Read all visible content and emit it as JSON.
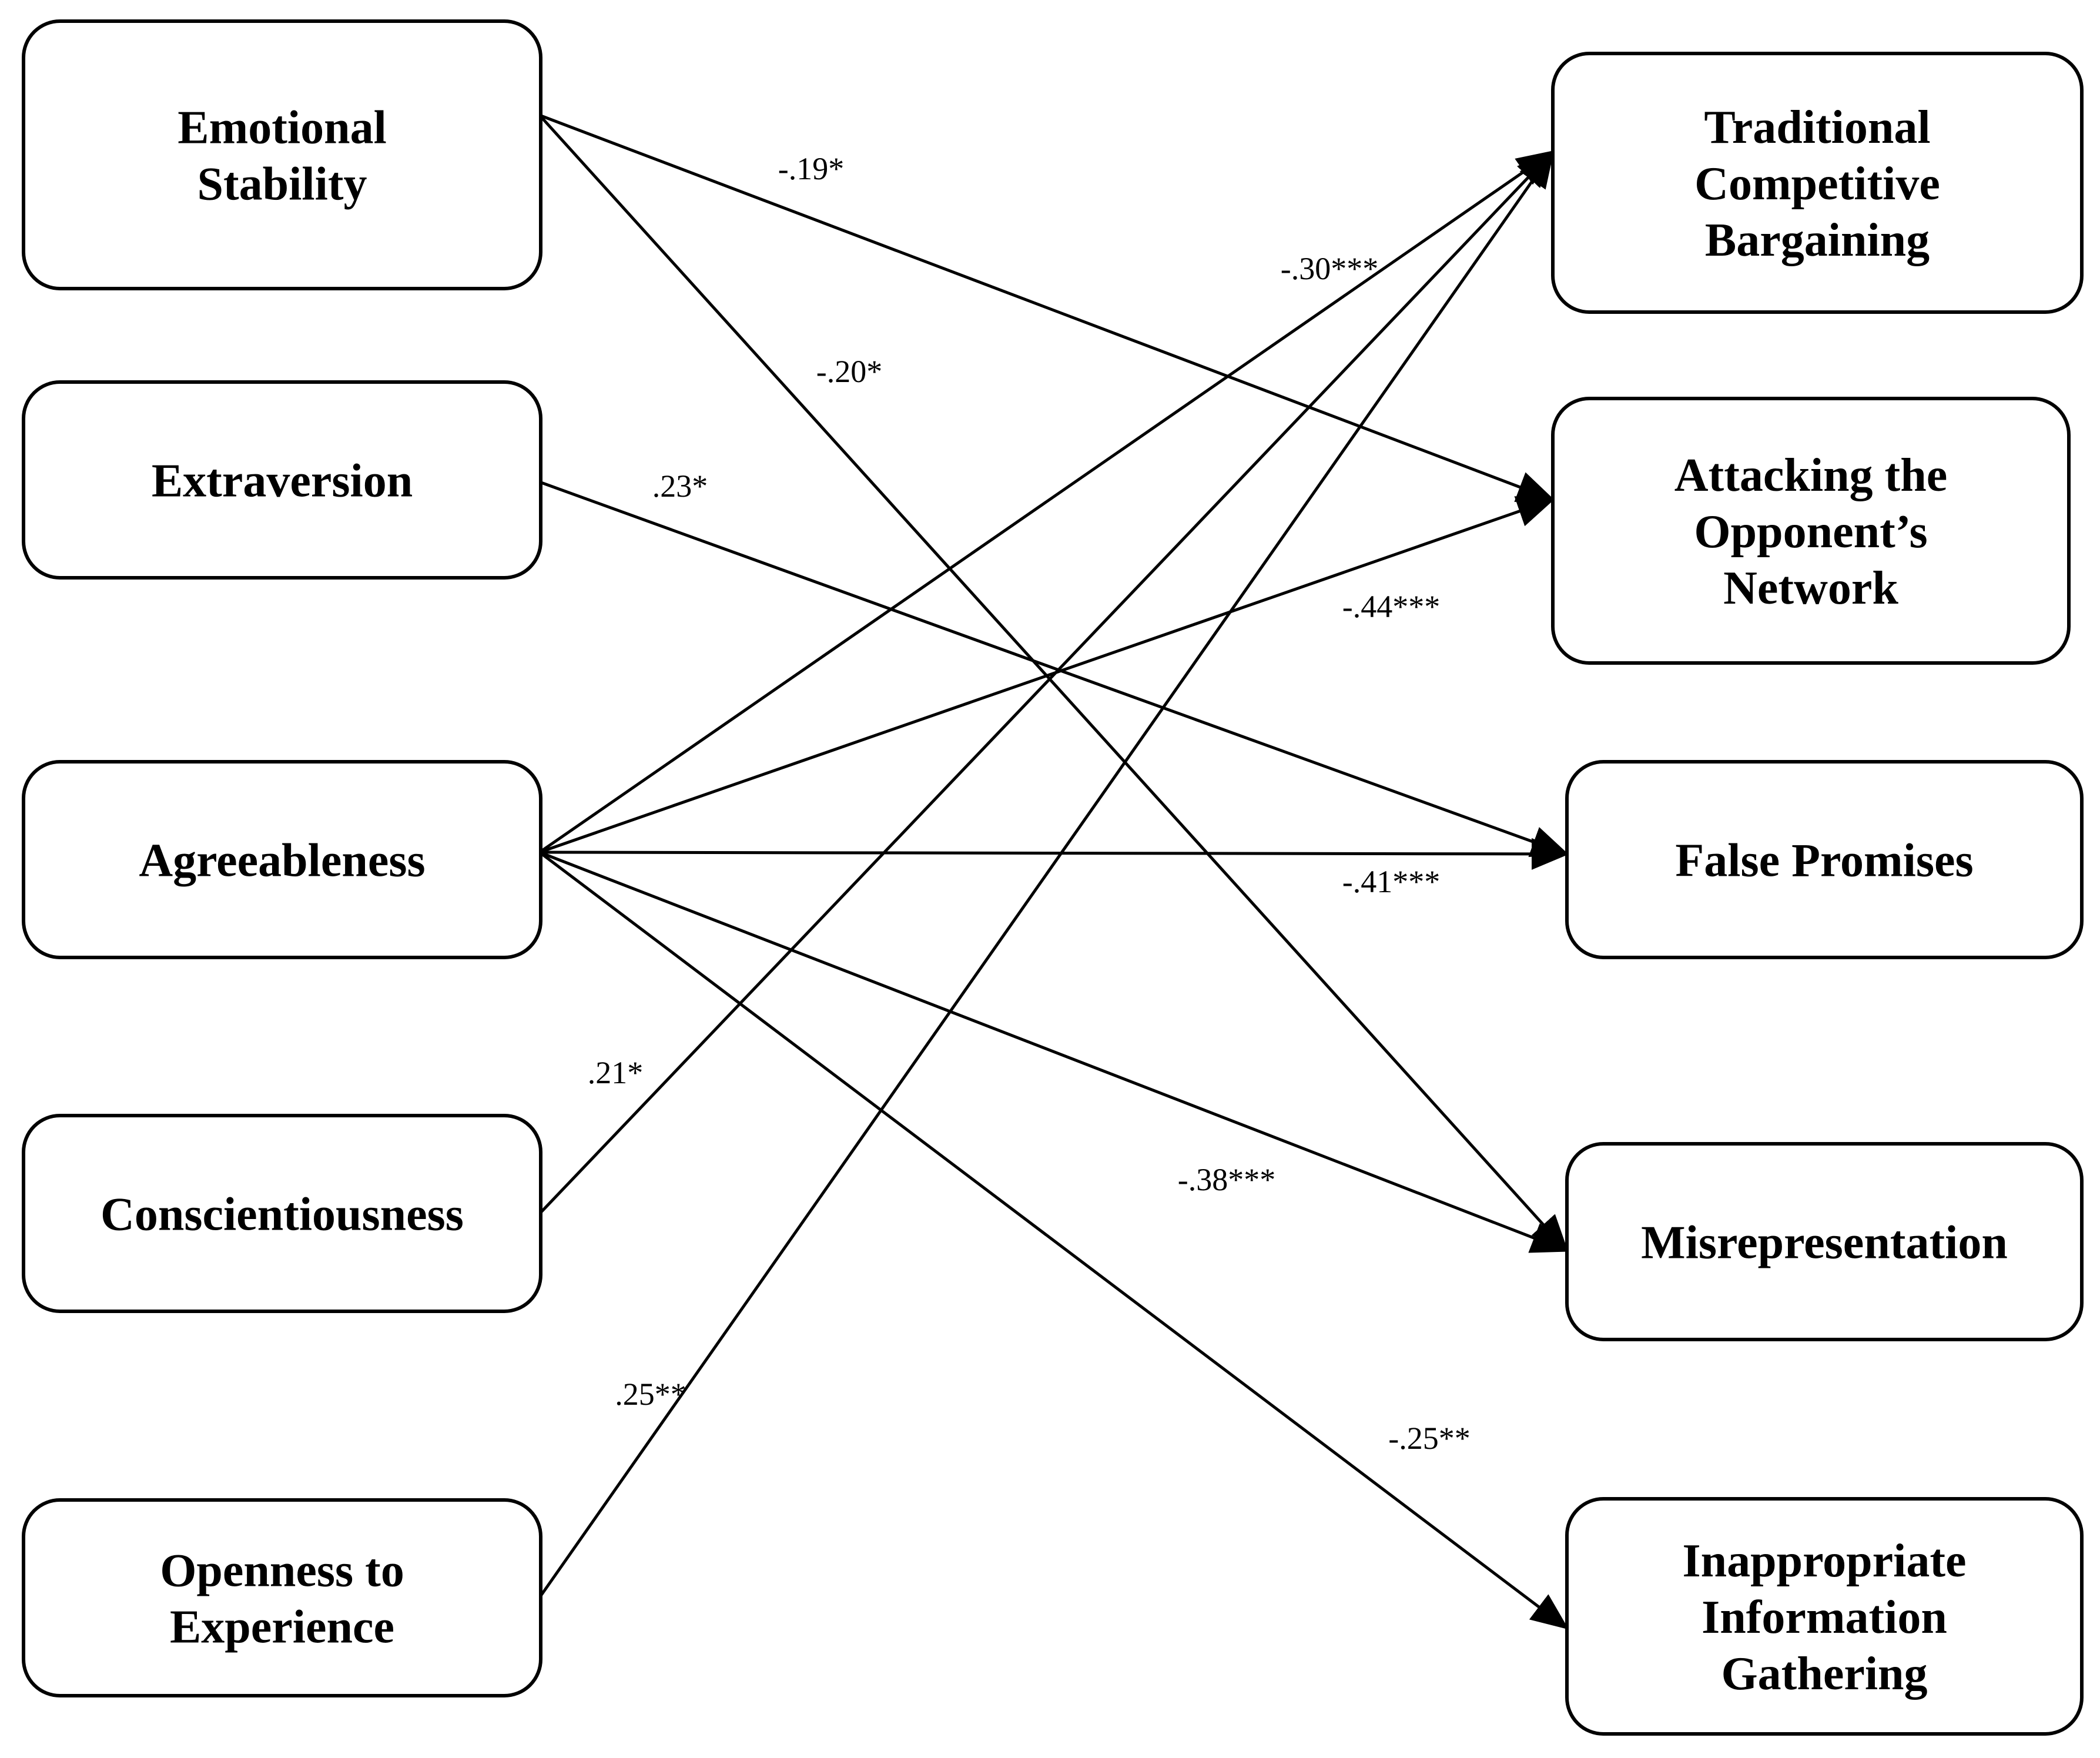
{
  "predictors": [
    {
      "id": "emotional-stability",
      "lines": [
        "Emotional",
        "Stability"
      ]
    },
    {
      "id": "extraversion",
      "lines": [
        "Extraversion"
      ]
    },
    {
      "id": "agreeableness",
      "lines": [
        "Agreeableness"
      ]
    },
    {
      "id": "conscientiousness",
      "lines": [
        "Conscientiousness"
      ]
    },
    {
      "id": "openness-to-experience",
      "lines": [
        "Openness to",
        "Experience"
      ]
    }
  ],
  "outcomes": [
    {
      "id": "traditional-competitive-bargaining",
      "lines": [
        "Traditional",
        "Competitive",
        "Bargaining"
      ]
    },
    {
      "id": "attacking-the-opponents-network",
      "lines": [
        "Attacking the",
        "Opponent’s",
        "Network"
      ]
    },
    {
      "id": "false-promises",
      "lines": [
        "False Promises"
      ]
    },
    {
      "id": "misrepresentation",
      "lines": [
        "Misrepresentation"
      ]
    },
    {
      "id": "inappropriate-information-gathering",
      "lines": [
        "Inappropriate",
        "Information",
        "Gathering"
      ]
    }
  ],
  "paths": [
    {
      "from": "emotional-stability",
      "to": "attacking-the-opponents-network",
      "coefficient": "-.19*"
    },
    {
      "from": "emotional-stability",
      "to": "misrepresentation",
      "coefficient": "-.20*"
    },
    {
      "from": "extraversion",
      "to": "false-promises",
      "coefficient": ".23*"
    },
    {
      "from": "agreeableness",
      "to": "traditional-competitive-bargaining",
      "coefficient": "-.30***"
    },
    {
      "from": "agreeableness",
      "to": "attacking-the-opponents-network",
      "coefficient": "-.44***"
    },
    {
      "from": "agreeableness",
      "to": "false-promises",
      "coefficient": "-.41***"
    },
    {
      "from": "agreeableness",
      "to": "misrepresentation",
      "coefficient": "-.38***"
    },
    {
      "from": "agreeableness",
      "to": "inappropriate-information-gathering",
      "coefficient": "-.25**"
    },
    {
      "from": "conscientiousness",
      "to": "traditional-competitive-bargaining",
      "coefficient": ".21*"
    },
    {
      "from": "openness-to-experience",
      "to": "traditional-competitive-bargaining",
      "coefficient": ".25**"
    }
  ]
}
